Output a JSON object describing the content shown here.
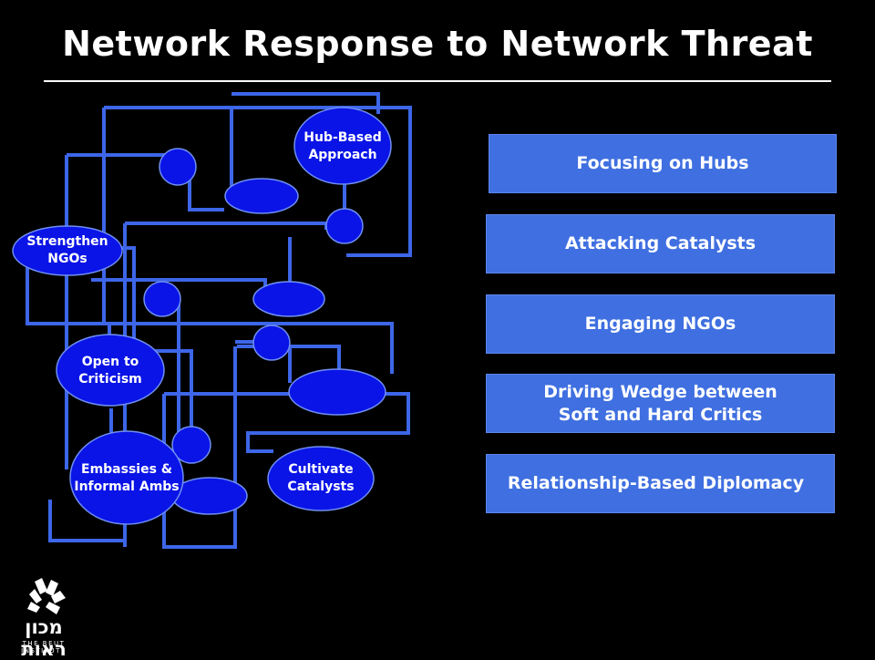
{
  "title": "Network Response to Network Threat",
  "diagram": {
    "node_labels": {
      "hub": "Hub-Based\nApproach",
      "ngo": "Strengthen\nNGOs",
      "open": "Open to\nCriticism",
      "embassies": "Embassies &\nInformal Ambs",
      "catalysts": "Cultivate\nCatalysts"
    },
    "strategies": [
      "Focusing on Hubs",
      "Attacking Catalysts",
      "Engaging NGOs",
      "Driving Wedge between\nSoft and Hard Critics",
      "Relationship-Based Diplomacy"
    ]
  },
  "colors": {
    "node": "#0a14e6",
    "line": "#3d66e8",
    "box": "#3f6fe0"
  },
  "logo": {
    "hebrew": "מכון ראות",
    "english": "THE REUT INSTITUTE"
  }
}
